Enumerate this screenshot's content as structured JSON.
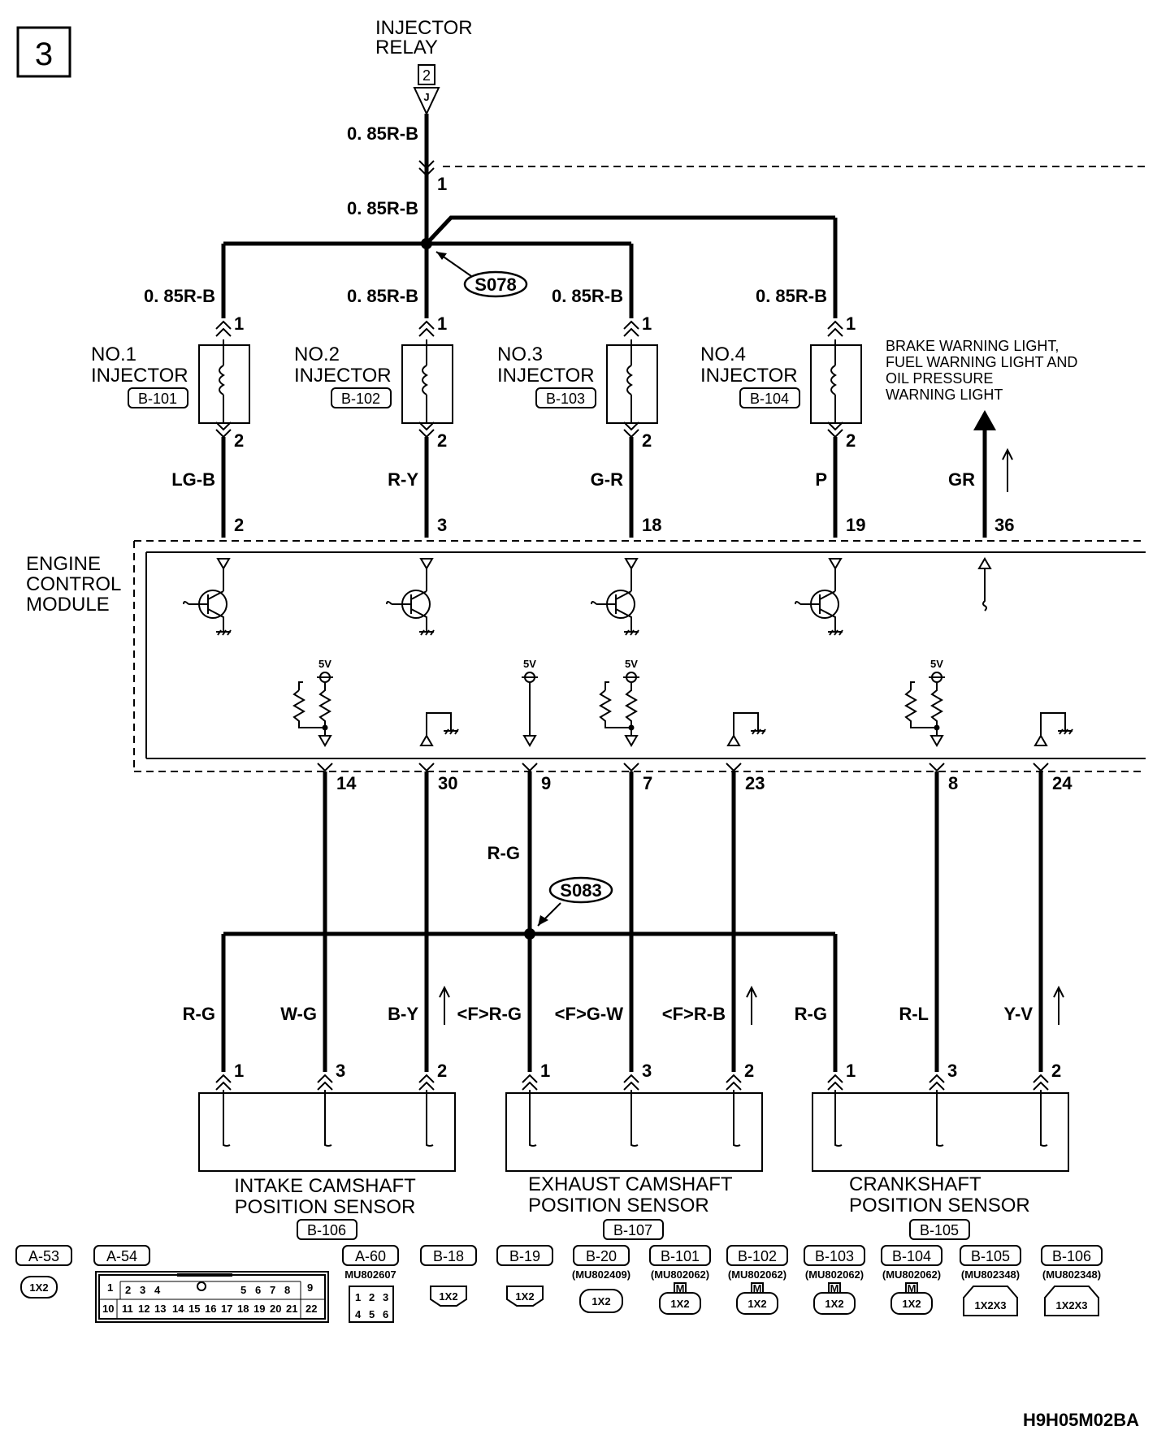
{
  "page_number": "3",
  "relay": {
    "label_1": "INJECTOR",
    "label_2": "RELAY",
    "connector_pin": "2",
    "connector_id": "J"
  },
  "top_wire": {
    "upper": "0. 85R-B",
    "lower": "0. 85R-B",
    "pin": "1"
  },
  "splices": {
    "s078": "S078",
    "s083": "S083"
  },
  "injectors": [
    {
      "line1": "NO.1",
      "line2": "INJECTOR",
      "connector": "B-101",
      "wire_in": "0. 85R-B",
      "pin_in": "1",
      "pin_out": "2",
      "wire_out": "LG-B",
      "ecm_pin": "2"
    },
    {
      "line1": "NO.2",
      "line2": "INJECTOR",
      "connector": "B-102",
      "wire_in": "0. 85R-B",
      "pin_in": "1",
      "pin_out": "2",
      "wire_out": "R-Y",
      "ecm_pin": "3"
    },
    {
      "line1": "NO.3",
      "line2": "INJECTOR",
      "connector": "B-103",
      "wire_in": "0. 85R-B",
      "pin_in": "1",
      "pin_out": "2",
      "wire_out": "G-R",
      "ecm_pin": "18"
    },
    {
      "line1": "NO.4",
      "line2": "INJECTOR",
      "connector": "B-104",
      "wire_in": "0. 85R-B",
      "pin_in": "1",
      "pin_out": "2",
      "wire_out": "P",
      "ecm_pin": "19"
    }
  ],
  "warning": {
    "line1": "BRAKE WARNING LIGHT,",
    "line2": "FUEL WARNING LIGHT AND",
    "line3": "OIL PRESSURE",
    "line4": "WARNING LIGHT",
    "wire": "GR",
    "pin": "36"
  },
  "ecm": {
    "line1": "ENGINE",
    "line2": "CONTROL",
    "line3": "MODULE",
    "supply": "5V"
  },
  "ecm_bottom_pins": [
    "14",
    "30",
    "9",
    "7",
    "23",
    "8",
    "24"
  ],
  "splice_wire": "R-G",
  "sensor_wires": [
    "R-G",
    "W-G",
    "B-Y",
    "<F>R-G",
    "<F>G-W",
    "<F>R-B",
    "R-G",
    "R-L",
    "Y-V"
  ],
  "sensor_pins": [
    "1",
    "3",
    "2",
    "1",
    "3",
    "2",
    "1",
    "3",
    "2"
  ],
  "sensors": [
    {
      "line1": "INTAKE CAMSHAFT",
      "line2": "POSITION SENSOR",
      "connector": "B-106"
    },
    {
      "line1": "EXHAUST CAMSHAFT",
      "line2": "POSITION SENSOR",
      "connector": "B-107"
    },
    {
      "line1": "CRANKSHAFT",
      "line2": "POSITION SENSOR",
      "connector": "B-105"
    }
  ],
  "connector_legend": [
    {
      "id": "A-53",
      "part": ""
    },
    {
      "id": "A-54",
      "part": ""
    },
    {
      "id": "A-60",
      "part": "MU802607"
    },
    {
      "id": "B-18",
      "part": ""
    },
    {
      "id": "B-19",
      "part": ""
    },
    {
      "id": "B-20",
      "part": "(MU802409)"
    },
    {
      "id": "B-101",
      "part": "(MU802062)"
    },
    {
      "id": "B-102",
      "part": "(MU802062)"
    },
    {
      "id": "B-103",
      "part": "(MU802062)"
    },
    {
      "id": "B-104",
      "part": "(MU802062)"
    },
    {
      "id": "B-105",
      "part": "(MU802348)"
    },
    {
      "id": "B-106",
      "part": "(MU802348)"
    }
  ],
  "a54_pins": [
    "1",
    "2",
    "3",
    "4",
    "5",
    "6",
    "7",
    "8",
    "9",
    "10",
    "11",
    "12",
    "13",
    "14",
    "15",
    "16",
    "17",
    "18",
    "19",
    "20",
    "21",
    "22"
  ],
  "a60_pins": [
    "1",
    "2",
    "3",
    "4",
    "5",
    "6"
  ],
  "legend_glyphs": {
    "two_pin": "1X2",
    "three_pin": "1X2X3",
    "marker": "M"
  },
  "figure_code": "H9H05M02BA"
}
